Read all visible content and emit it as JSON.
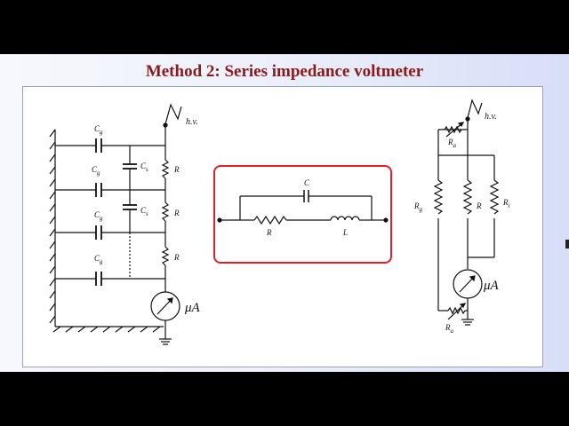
{
  "slide": {
    "title": "Method 2: Series impedance voltmeter"
  },
  "left_circuit": {
    "hv_label": "h.v.",
    "cg_labels": [
      "C",
      "C",
      "C",
      "C"
    ],
    "cg_sub": "g",
    "cs_labels": [
      "C",
      "C"
    ],
    "cs_sub": "s",
    "r_labels": [
      "R",
      "R",
      "R"
    ],
    "meter_label": "μA"
  },
  "impedance_box": {
    "c_label": "C",
    "r_label": "R",
    "l_label": "L",
    "border_color": "#e0202a"
  },
  "right_circuit": {
    "hv_label": "h.v.",
    "ra_top_label": "R",
    "ra_top_sub": "a",
    "rg_label": "R",
    "rg_sub": "g",
    "r_label": "R",
    "ri_label": "R",
    "ri_sub": "i",
    "meter_label": "μA",
    "ra_bottom_label": "R",
    "ra_bottom_sub": "a"
  }
}
